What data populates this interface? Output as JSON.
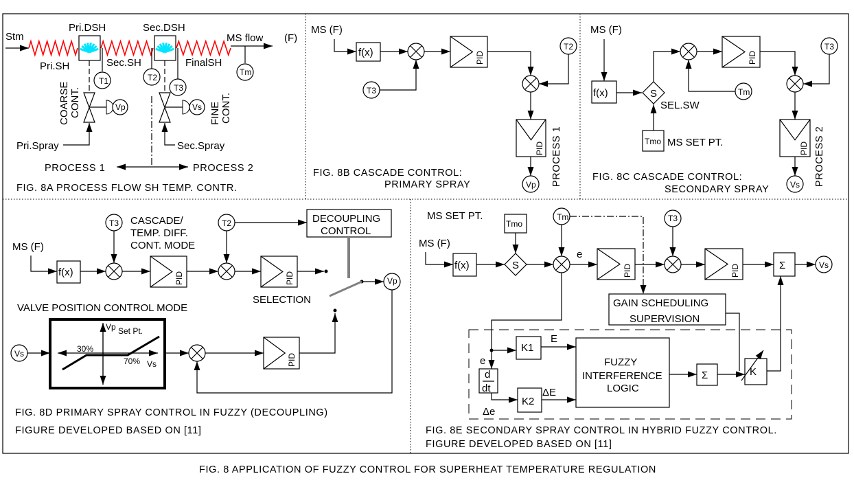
{
  "colors": {
    "line": "#000000",
    "coil": "#ff0000",
    "spray": "#00e5ff",
    "switch": "#808080"
  },
  "fig_a": {
    "stm": "Stm",
    "pri_dsh": "Pri.DSH",
    "sec_dsh": "Sec.DSH",
    "ms_flow": "MS  flow",
    "f": "(F)",
    "pri_sh": "Pri.SH",
    "sec_sh": "Sec.SH",
    "final_sh": "FinalSH",
    "t1": "T1",
    "t2": "T2",
    "t3": "T3",
    "tm": "Tm",
    "vp": "Vp",
    "vs": "Vs",
    "coarse": "COARSE",
    "coarse_cont": "CONT.",
    "fine": "FINE",
    "fine_cont": "CONT.",
    "pri_spray": "Pri.Spray",
    "sec_spray": "Sec.Spray",
    "process1": "PROCESS 1",
    "process2": "PROCESS 2",
    "caption": "FIG. 8A PROCESS FLOW SH TEMP. CONTR."
  },
  "fig_b": {
    "ms_f": "MS (F)",
    "fx": "f(x)",
    "pid": "PID",
    "t2": "T2",
    "t3": "T3",
    "vp": "Vp",
    "process": "PROCESS 1",
    "caption1": "FIG. 8B CASCADE CONTROL:",
    "caption2": "PRIMARY SPRAY"
  },
  "fig_c": {
    "ms_f": "MS (F)",
    "fx": "f(x)",
    "s": "S",
    "sel_sw": "SEL.SW",
    "tmo": "Tmo",
    "ms_set_pt": "MS SET PT.",
    "pid": "PID",
    "tm": "Tm",
    "t3": "T3",
    "vs": "Vs",
    "process": "PROCESS 2",
    "caption1": "FIG. 8C CASCADE CONTROL:",
    "caption2": "SECONDARY SPRAY"
  },
  "fig_d": {
    "ms_f": "MS (F)",
    "fx": "f(x)",
    "t3": "T3",
    "t2": "T2",
    "mode1": "CASCADE/",
    "mode2": "TEMP. DIFF.",
    "mode3": "CONT. MODE",
    "pid": "PID",
    "decoupling1": "DECOUPLING",
    "decoupling2": "CONTROL",
    "selection": "SELECTION",
    "vp": "Vp",
    "vs": "Vs",
    "valve_mode": "VALVE POSITION CONTROL MODE",
    "chart_vp": "Vp",
    "set_pt": "Set  Pt.",
    "pct30": "30%",
    "pct70": "70%",
    "chart_vs": "Vs",
    "caption1": "FIG. 8D PRIMARY SPRAY CONTROL IN FUZZY (DECOUPLING)",
    "caption2": "FIGURE DEVELOPED BASED ON [11]"
  },
  "fig_e": {
    "ms_set_pt": "MS SET PT.",
    "tmo": "Tmo",
    "ms_f": "MS (F)",
    "fx": "f(x)",
    "s": "S",
    "tm": "Tm",
    "t3": "T3",
    "e": "e",
    "pid": "PID",
    "sigma": "Σ",
    "vs": "Vs",
    "gain1": "GAIN SCHEDULING",
    "gain2": "SUPERVISION",
    "e2": "e",
    "k1": "K1",
    "E": "E",
    "d": "d",
    "dt": "dt",
    "k2": "K2",
    "dE": "ΔE",
    "de": "Δe",
    "fuzzy1": "FUZZY",
    "fuzzy2": "INTERFERENCE",
    "fuzzy3": "LOGIC",
    "k": "K",
    "caption1": "FIG. 8E SECONDARY SPRAY CONTROL IN HYBRID FUZZY CONTROL.",
    "caption2": "FIGURE DEVELOPED BASED ON [11]"
  },
  "caption": "FIG. 8 APPLICATION OF FUZZY CONTROL FOR SUPERHEAT TEMPERATURE REGULATION"
}
